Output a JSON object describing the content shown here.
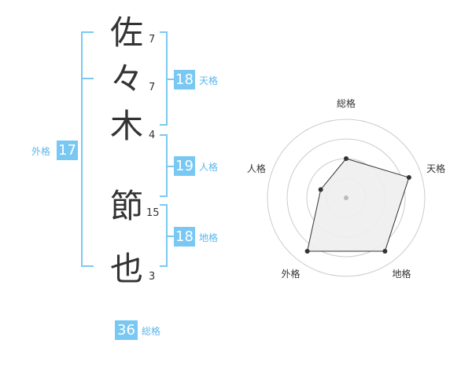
{
  "name": {
    "chars": [
      {
        "char": "佐",
        "strokes": "7"
      },
      {
        "char": "々",
        "strokes": "7"
      },
      {
        "char": "木",
        "strokes": "4"
      },
      {
        "char": "節",
        "strokes": "15"
      },
      {
        "char": "也",
        "strokes": "3"
      }
    ]
  },
  "kakusu": {
    "tenkaku": {
      "value": "18",
      "label": "天格"
    },
    "jinkaku": {
      "value": "19",
      "label": "人格"
    },
    "chikaku": {
      "value": "18",
      "label": "地格"
    },
    "gaikaku": {
      "value": "17",
      "label": "外格"
    },
    "soukaku": {
      "value": "36",
      "label": "総格"
    }
  },
  "colors": {
    "accent": "#78c8f3",
    "bracket": "#7cc8f0",
    "text": "#333333",
    "radar_fill": "#eeeeee"
  },
  "chart_data": {
    "type": "radar",
    "axes": [
      "総格",
      "天格",
      "地格",
      "外格",
      "人格"
    ],
    "values": [
      2.5,
      4.2,
      4.2,
      4.2,
      1.7
    ],
    "max": 5,
    "rings": 4
  }
}
